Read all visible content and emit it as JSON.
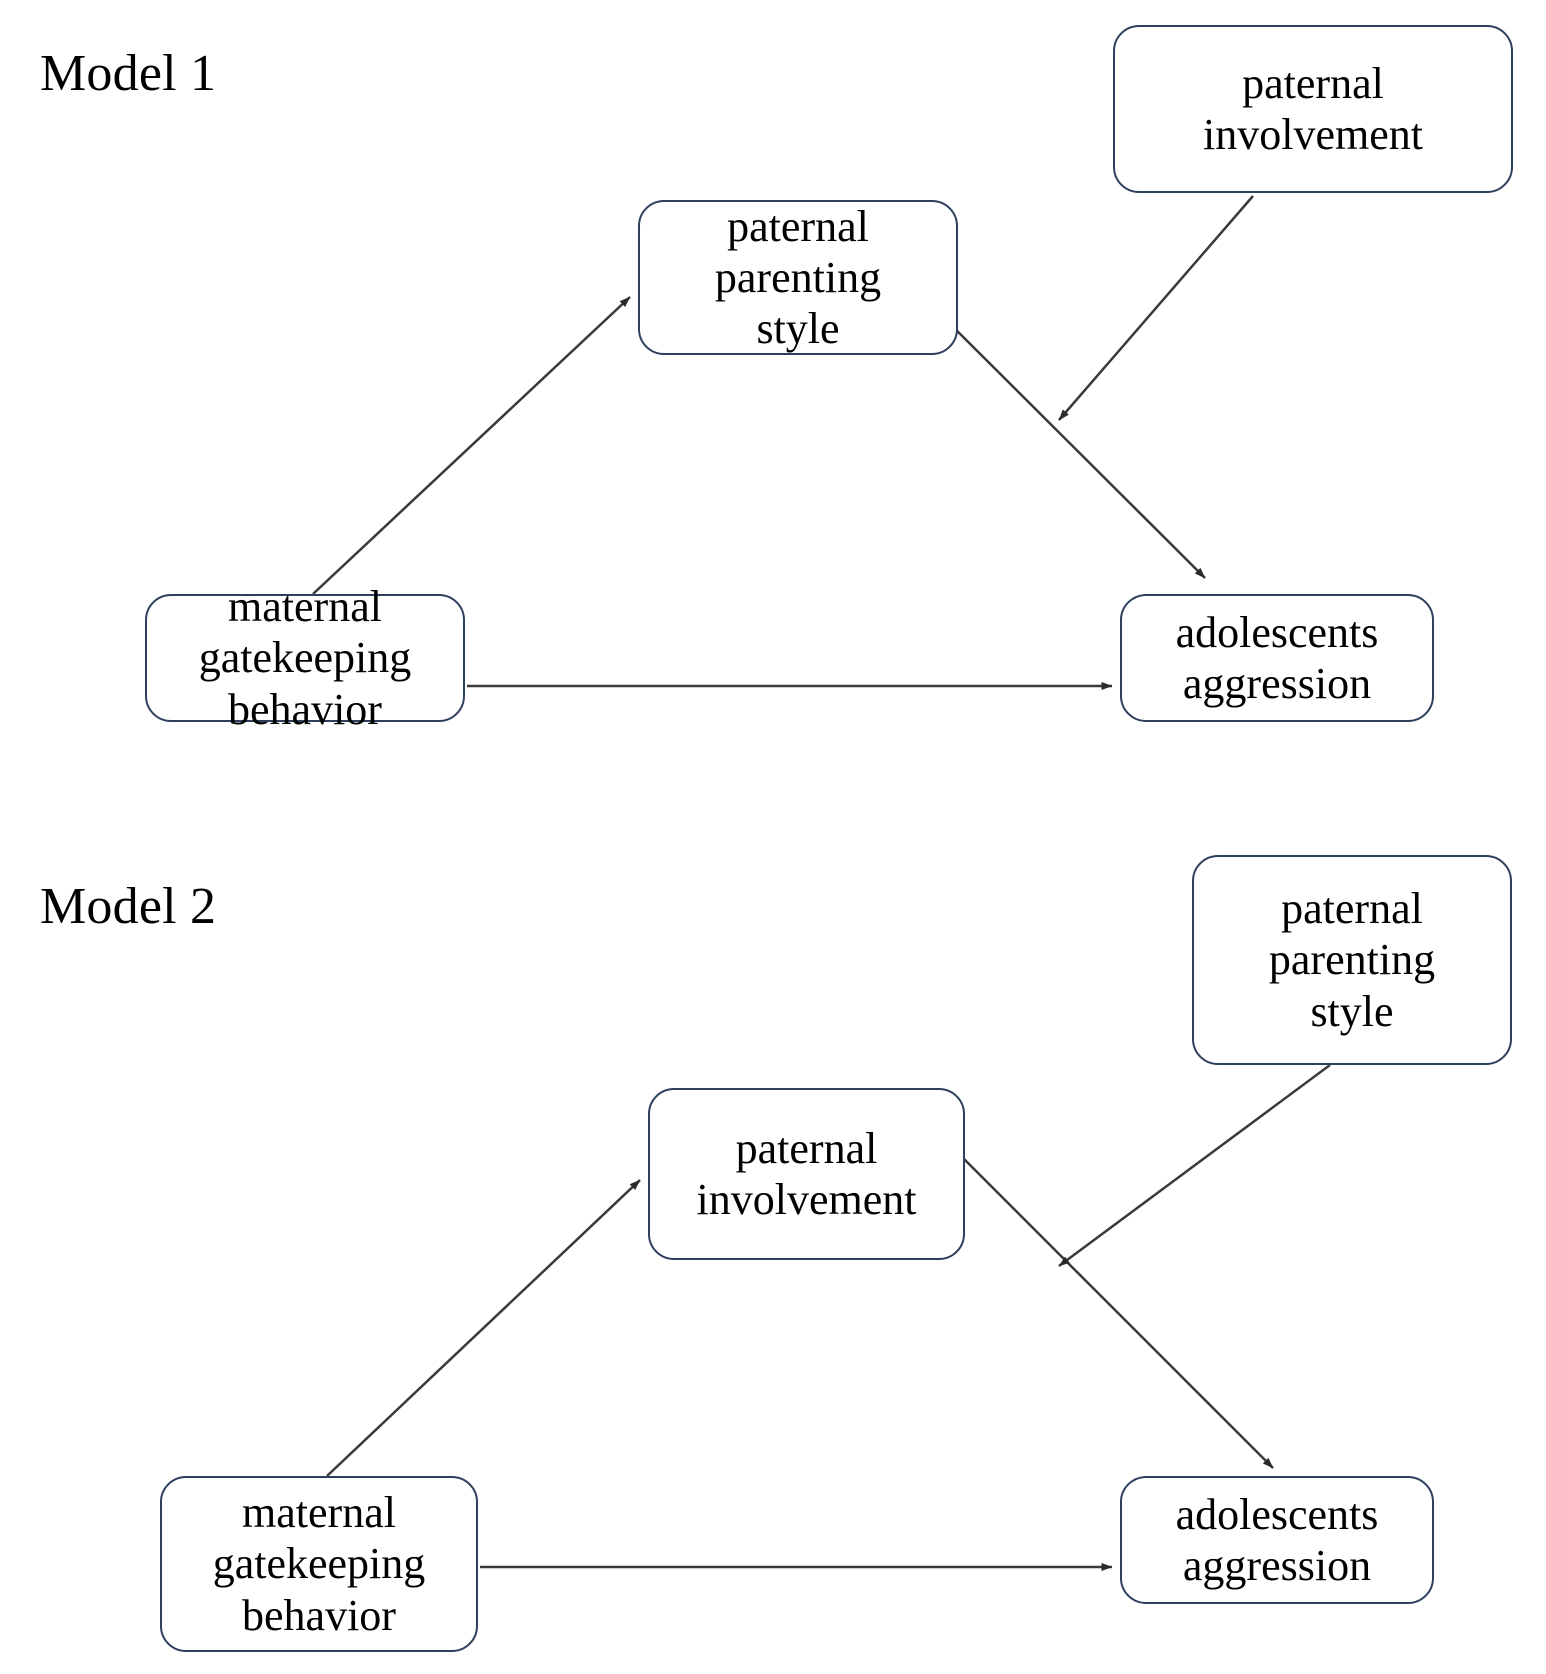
{
  "page": {
    "background_color": "#ffffff",
    "node_border_color": "#2f3f5e",
    "edge_color": "#3a3a3a",
    "text_color": "#000000"
  },
  "models": [
    {
      "id": "model-1",
      "label": "Model 1",
      "nodes": [
        {
          "id": "m1-paternal-involvement",
          "label": "paternal\ninvolvement"
        },
        {
          "id": "m1-paternal-parenting-style",
          "label": "paternal\nparenting\nstyle"
        },
        {
          "id": "m1-maternal-gatekeeping-behavior",
          "label": "maternal\ngatekeeping\nbehavior"
        },
        {
          "id": "m1-adolescents-aggression",
          "label": "adolescents\naggression"
        }
      ],
      "edges": [
        {
          "id": "m1-edge-1",
          "from": "m1-maternal-gatekeeping-behavior",
          "to": "m1-paternal-parenting-style",
          "arrow": "to"
        },
        {
          "id": "m1-edge-2",
          "from": "m1-maternal-gatekeeping-behavior",
          "to": "m1-adolescents-aggression",
          "arrow": "to"
        },
        {
          "id": "m1-edge-3",
          "from": "m1-paternal-parenting-style",
          "to": "m1-adolescents-aggression",
          "arrow": "to"
        },
        {
          "id": "m1-edge-4",
          "from": "m1-paternal-involvement",
          "to": "m1-adolescents-aggression",
          "arrow": "to"
        }
      ]
    },
    {
      "id": "model-2",
      "label": "Model 2",
      "nodes": [
        {
          "id": "m2-paternal-parenting-style",
          "label": "paternal\nparenting\nstyle"
        },
        {
          "id": "m2-paternal-involvement",
          "label": "paternal\ninvolvement"
        },
        {
          "id": "m2-maternal-gatekeeping-behavior",
          "label": "maternal\ngatekeeping\nbehavior"
        },
        {
          "id": "m2-adolescents-aggression",
          "label": "adolescents\naggression"
        }
      ],
      "edges": [
        {
          "id": "m2-edge-1",
          "from": "m2-maternal-gatekeeping-behavior",
          "to": "m2-paternal-involvement",
          "arrow": "to"
        },
        {
          "id": "m2-edge-2",
          "from": "m2-maternal-gatekeeping-behavior",
          "to": "m2-adolescents-aggression",
          "arrow": "to"
        },
        {
          "id": "m2-edge-3",
          "from": "m2-paternal-involvement",
          "to": "m2-adolescents-aggression",
          "arrow": "to"
        },
        {
          "id": "m2-edge-4",
          "from": "m2-paternal-parenting-style",
          "to": "m2-adolescents-aggression",
          "arrow": "to"
        }
      ]
    }
  ]
}
